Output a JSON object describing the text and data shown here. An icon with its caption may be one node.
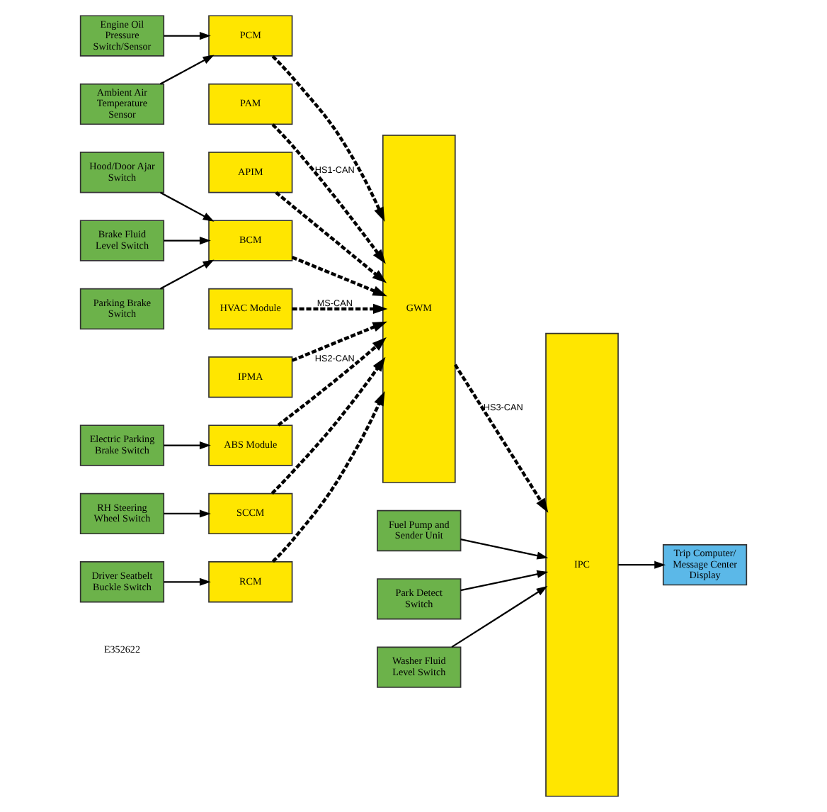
{
  "diagram": {
    "nodes": [
      {
        "text": [
          "Engine Oil Pressure Switch/Sensor"
        ]
      },
      {
        "text": [
          "Ambient Air Temperature Sensor"
        ]
      },
      {
        "text": [
          "Hood/Door Ajar Switch"
        ]
      },
      {
        "text": [
          "Brake Fluid Level Switch"
        ]
      },
      {
        "text": [
          "Parking Brake Switch"
        ]
      },
      {
        "text": [
          "Electric Parking Brake Switch"
        ]
      },
      {
        "text": [
          "RH Steering Wheel Switch"
        ]
      },
      {
        "text": [
          "Driver Seatbelt Buckle Switch"
        ]
      },
      {
        "text": [
          "PCM"
        ]
      },
      {
        "text": [
          "PAM"
        ]
      },
      {
        "text": [
          "APIM"
        ]
      },
      {
        "text": [
          "BCM"
        ]
      },
      {
        "text": [
          "HVAC Module"
        ]
      },
      {
        "text": [
          "IPMA"
        ]
      },
      {
        "text": [
          "ABS Module"
        ]
      },
      {
        "text": [
          "SCCM"
        ]
      },
      {
        "text": [
          "RCM"
        ]
      },
      {
        "text": [
          "GWM"
        ]
      },
      {
        "text": [
          "Fuel Pump and Sender Unit"
        ]
      },
      {
        "text": [
          "Park Detect Switch"
        ]
      },
      {
        "text": [
          "Washer Fluid Level Switch"
        ]
      },
      {
        "text": [
          "IPC"
        ]
      },
      {
        "text": [
          "Trip Computer/ Message Center Display"
        ]
      }
    ],
    "edges": [
      {
        "from": 0,
        "to": 8,
        "arrow": "to"
      },
      {
        "from": 1,
        "to": 8,
        "arrow": "to"
      },
      {
        "from": 2,
        "to": 11,
        "arrow": "to"
      },
      {
        "from": 3,
        "to": 11,
        "arrow": "to"
      },
      {
        "from": 4,
        "to": 11,
        "arrow": "to"
      },
      {
        "from": 8,
        "to": 17,
        "arrow": "to",
        "style": "dashed"
      },
      {
        "from": 9,
        "to": 17,
        "arrow": "to",
        "style": "dashed",
        "label": "HS1-CAN"
      },
      {
        "from": 10,
        "to": 17,
        "arrow": "to",
        "style": "dashed"
      },
      {
        "from": 11,
        "to": 17,
        "arrow": "to",
        "style": "dashed"
      },
      {
        "from": 12,
        "to": 17,
        "arrow": "to",
        "style": "dashed",
        "label": "MS-CAN"
      },
      {
        "from": 5,
        "to": 14,
        "arrow": "to"
      },
      {
        "from": 6,
        "to": 15,
        "arrow": "to"
      },
      {
        "from": 7,
        "to": 16,
        "arrow": "to"
      },
      {
        "from": 13,
        "to": 17,
        "arrow": "to",
        "style": "dashed"
      },
      {
        "from": 14,
        "to": 17,
        "arrow": "to",
        "style": "dashed",
        "label": "HS2-CAN"
      },
      {
        "from": 15,
        "to": 17,
        "arrow": "to",
        "style": "dashed"
      },
      {
        "from": 16,
        "to": 17,
        "arrow": "to",
        "style": "dashed"
      },
      {
        "from": 17,
        "to": 21,
        "arrow": "to",
        "style": "dashed",
        "label": "HS3-CAN"
      },
      {
        "from": 18,
        "to": 21,
        "arrow": "to"
      },
      {
        "from": 19,
        "to": 21,
        "arrow": "to"
      },
      {
        "from": 20,
        "to": 21,
        "arrow": "to"
      },
      {
        "from": 21,
        "to": 22,
        "arrow": "to"
      }
    ],
    "labels": [
      "E352622"
    ]
  }
}
